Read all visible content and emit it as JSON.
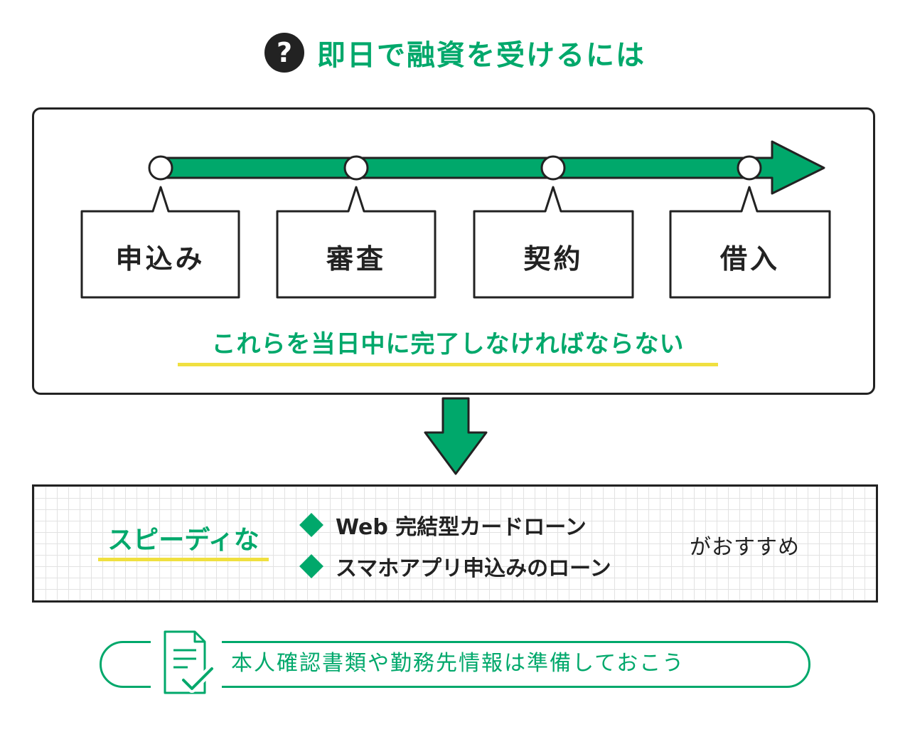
{
  "title": {
    "text": "即日で融資を受けるには",
    "icon": "question-circle-icon"
  },
  "process": {
    "steps": [
      {
        "label": "申込み"
      },
      {
        "label": "審査"
      },
      {
        "label": "契約"
      },
      {
        "label": "借入"
      }
    ],
    "conclusion": "これらを当日中に完了しなければならない"
  },
  "recommendation": {
    "label": "スピーディな",
    "options": [
      {
        "text": "Web 完結型カードローン"
      },
      {
        "text": "スマホアプリ申込みのローン"
      }
    ],
    "suffix": "がおすすめ"
  },
  "note": {
    "icon": "document-check-icon",
    "text": "本人確認書類や勤務先情報は準備しておこう"
  },
  "colors": {
    "accent": "#00a86b",
    "highlight": "#f0e040",
    "ink": "#222222"
  }
}
